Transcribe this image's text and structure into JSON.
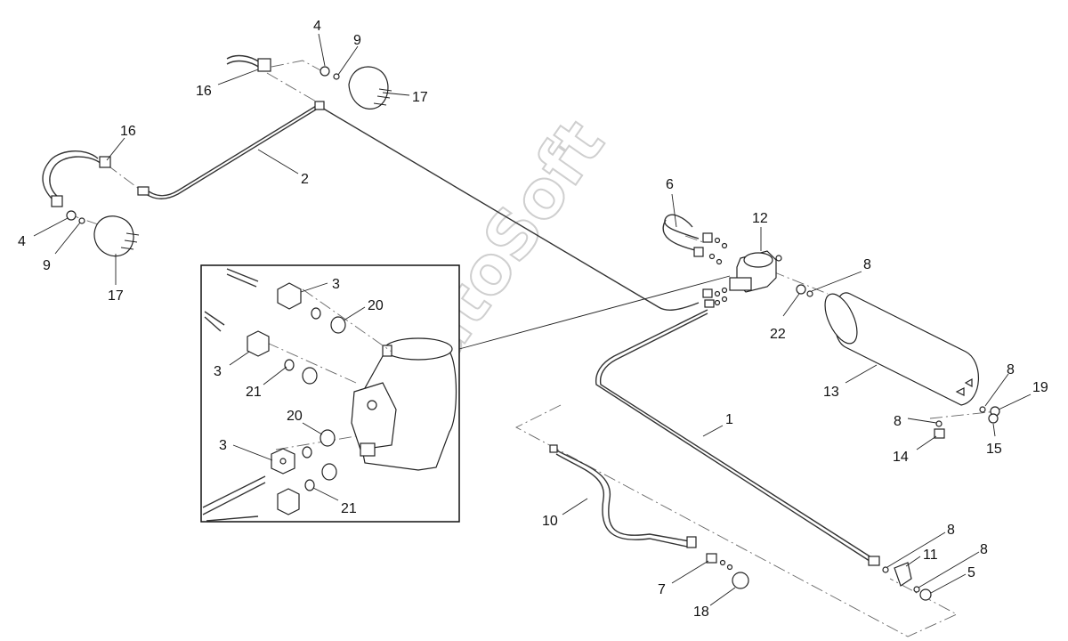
{
  "watermark": "AutoSoft",
  "callouts": {
    "c_4_top": "4",
    "c_9_top": "9",
    "c_16_top": "16",
    "c_17_top": "17",
    "c_16_left": "16",
    "c_2": "2",
    "c_4_left": "4",
    "c_9_left": "9",
    "c_17_left": "17",
    "c_6": "6",
    "c_12": "12",
    "c_8_a": "8",
    "c_22": "22",
    "c_13": "13",
    "c_8_b": "8",
    "c_19": "19",
    "c_8_c": "8",
    "c_14": "14",
    "c_15": "15",
    "c_1": "1",
    "c_10": "10",
    "c_7": "7",
    "c_18": "18",
    "c_8_d": "8",
    "c_11": "11",
    "c_8_e": "8",
    "c_5": "5",
    "d_3_a": "3",
    "d_20_a": "20",
    "d_3_b": "3",
    "d_21_a": "21",
    "d_20_b": "20",
    "d_3_c": "3",
    "d_21_b": "21"
  },
  "colors": {
    "ink": "#222222",
    "watermark": "#cfcfcf",
    "background": "#ffffff"
  }
}
